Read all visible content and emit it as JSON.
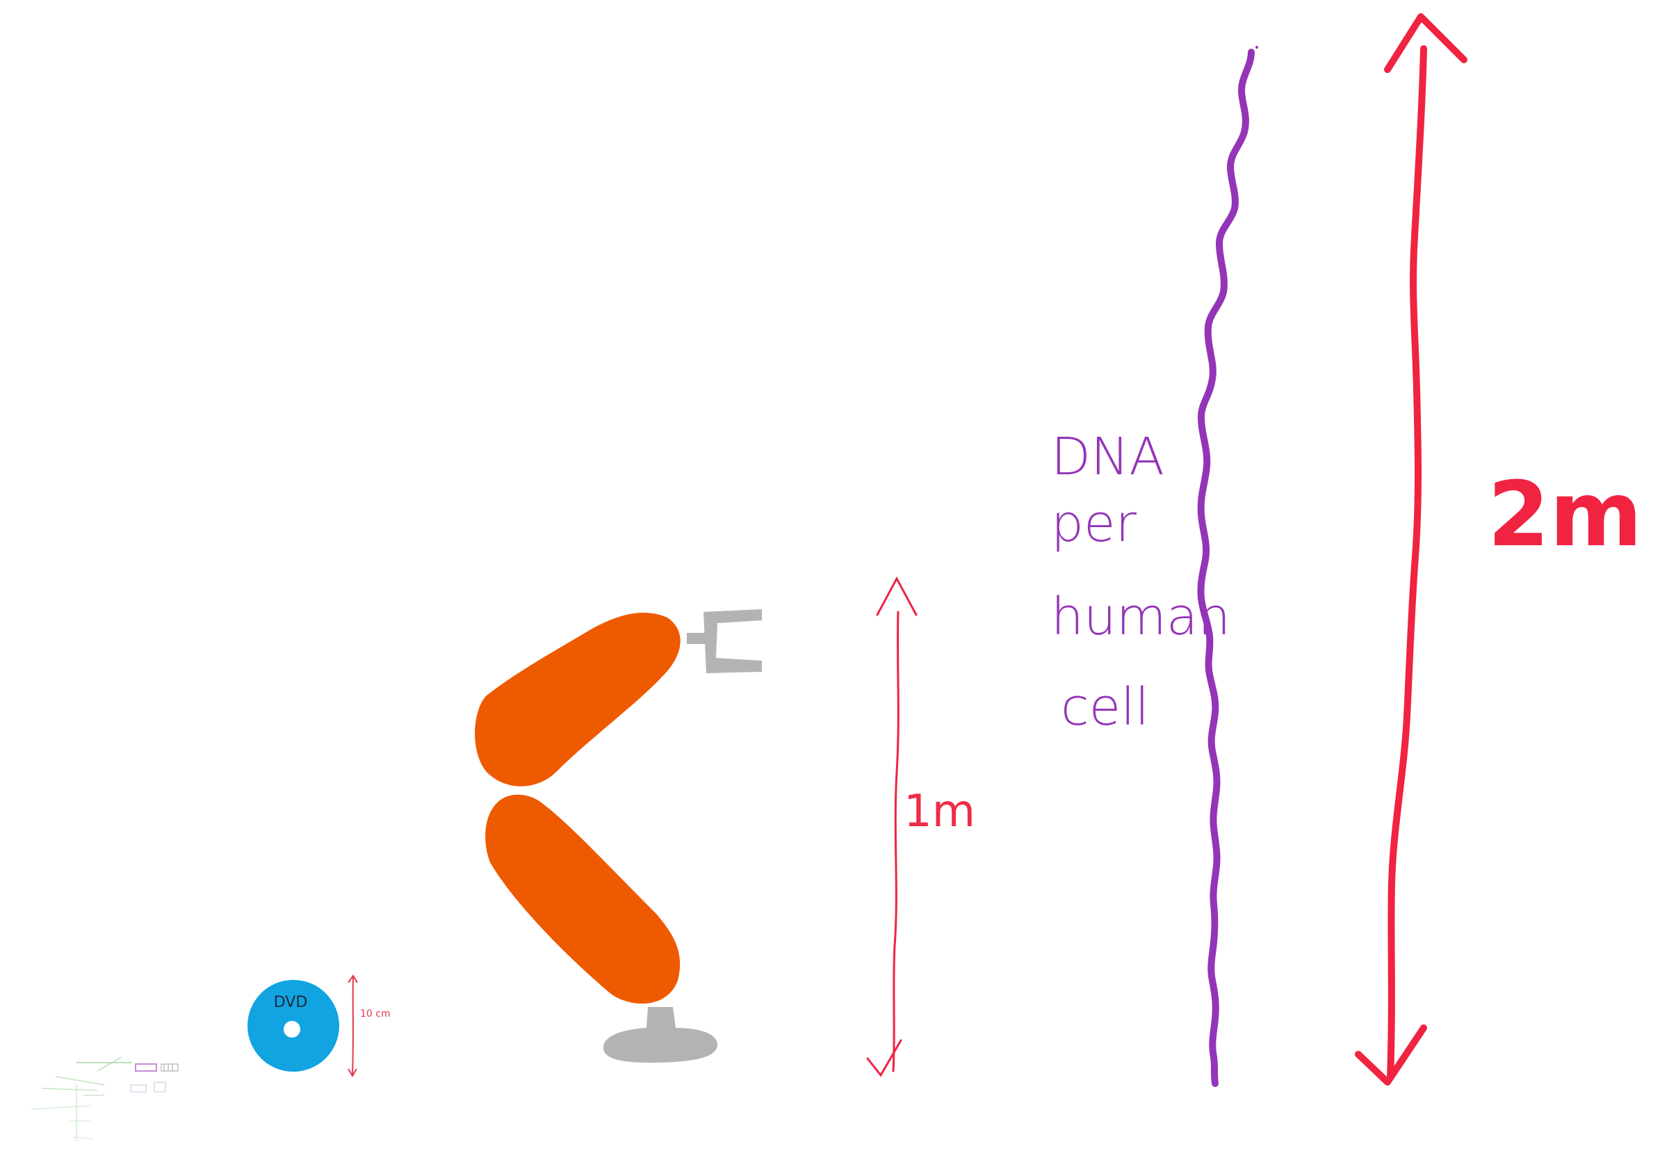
{
  "colors": {
    "background": "#ffffff",
    "robot_arm": "#ee5a00",
    "robot_gray": "#b3b3b3",
    "dna": "#9434b8",
    "scale_red": "#f02341",
    "dvd": "#11a4e0"
  },
  "labels": {
    "dvd": "DVD",
    "dvd_size": "10 cm",
    "robot_size": "1m",
    "dna_line1": "DNA",
    "dna_line2": "per",
    "dna_line3": "human",
    "dna_line4": "cell",
    "dna_size": "2m"
  },
  "icons": {
    "robot": "robot-arm-icon",
    "dvd": "dvd-disc-icon",
    "dna": "dna-strand-icon",
    "minimap": "minimap-thumbnail"
  }
}
